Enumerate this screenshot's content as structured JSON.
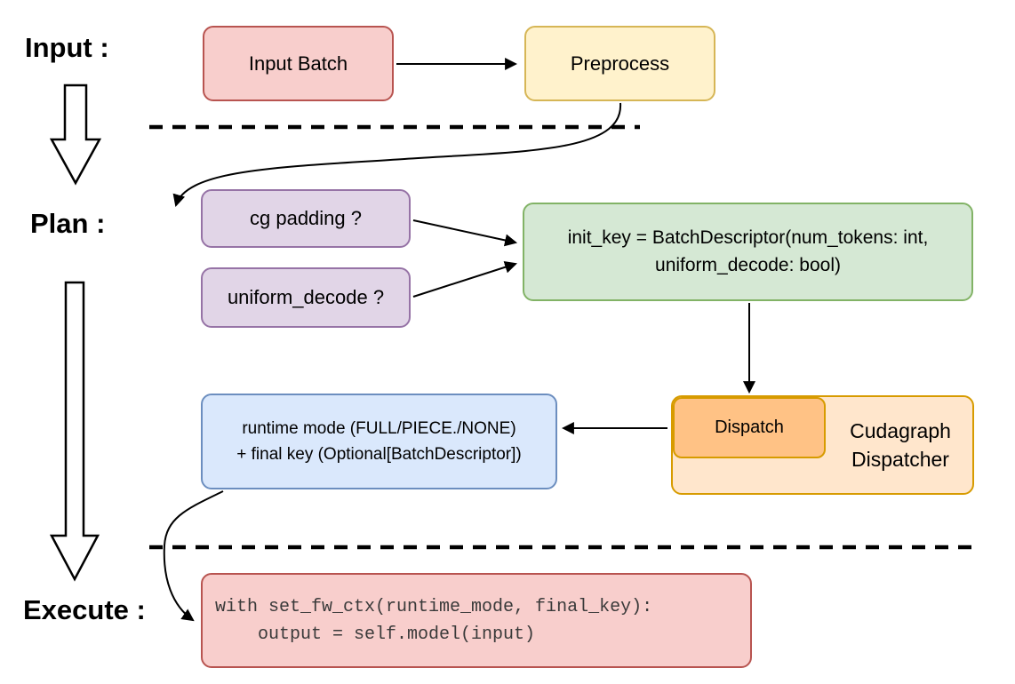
{
  "stages": {
    "input": "Input :",
    "plan": "Plan :",
    "execute": "Execute :"
  },
  "nodes": {
    "input_batch": {
      "label": "Input Batch",
      "fill": "#f8cecc",
      "stroke": "#b85450"
    },
    "preprocess": {
      "label": "Preprocess",
      "fill": "#fff2cc",
      "stroke": "#d6b656"
    },
    "cg_padding": {
      "label": "cg padding ?",
      "fill": "#e1d5e7",
      "stroke": "#9673a6"
    },
    "uniform_decode": {
      "label": "uniform_decode ?",
      "fill": "#e1d5e7",
      "stroke": "#9673a6"
    },
    "init_key": {
      "line1": "init_key = BatchDescriptor(num_tokens: int,",
      "line2": "uniform_decode: bool)",
      "fill": "#d5e8d4",
      "stroke": "#82b366"
    },
    "dispatch": {
      "label": "Dispatch",
      "fill": "#ffc285",
      "stroke": "#d79b00"
    },
    "cudagraph_dispatcher": {
      "line1": "Cudagraph",
      "line2": "Dispatcher",
      "fill": "#ffe6cc",
      "stroke": "#d79b00"
    },
    "runtime_mode": {
      "line1": "runtime mode (FULL/PIECE./NONE)",
      "line2": "+ final key (Optional[BatchDescriptor])",
      "fill": "#dae8fc",
      "stroke": "#6c8ebf"
    },
    "execute_code": {
      "line1": "with set_fw_ctx(runtime_mode, final_key):",
      "line2": "    output = self.model(input)",
      "fill": "#f8cecc",
      "stroke": "#b85450"
    }
  },
  "connector_color": "#000000"
}
